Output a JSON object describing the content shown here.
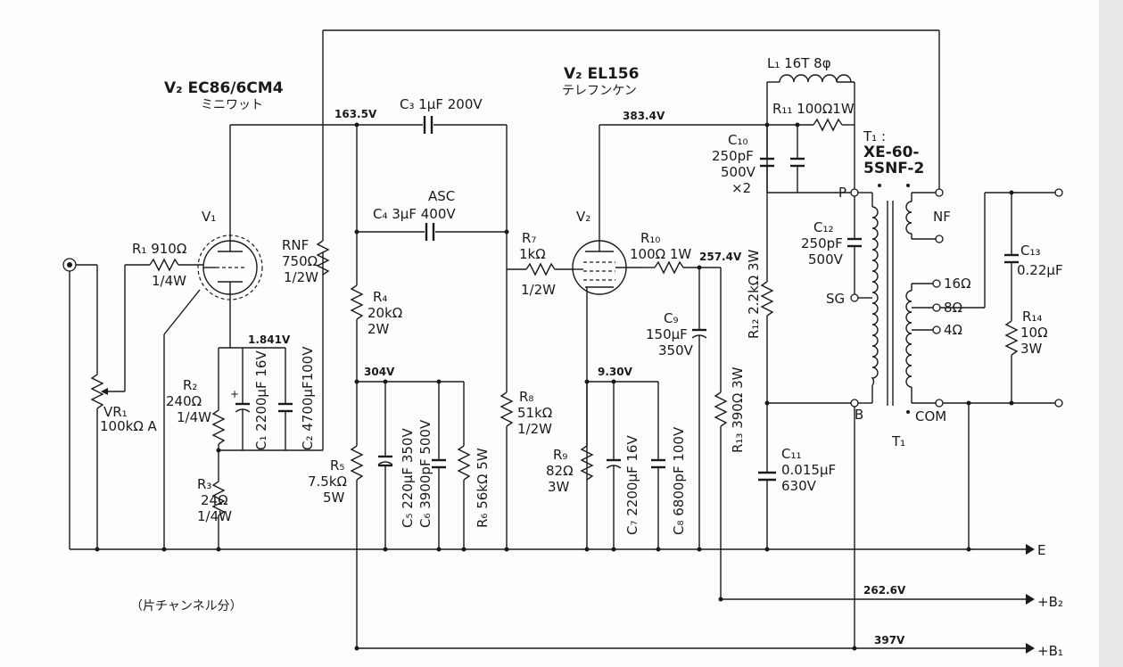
{
  "tubes": {
    "v1_title": "V₂ EC86/6CM4",
    "v1_maker": "ミニワット",
    "v1_label": "V₁",
    "v2_title": "V₂ EL156",
    "v2_maker": "テレフンケン",
    "v2_label": "V₂"
  },
  "voltages": {
    "v1_plate": "163.5V",
    "v1_cathode": "1.841V",
    "b_node": "304V",
    "v2_plate": "383.4V",
    "v2_g2": "257.4V",
    "v2_cathode": "9.30V",
    "b2": "262.6V",
    "b1": "397V"
  },
  "components": {
    "r1": [
      "R₁ 910Ω",
      "1/4W"
    ],
    "vr1": [
      "VR₁",
      "100kΩ A"
    ],
    "r2": [
      "R₂",
      "240Ω",
      "1/4W"
    ],
    "r3": [
      "R₃",
      "24Ω",
      "1/4W"
    ],
    "rnf": [
      "RNF",
      "750Ω",
      "1/2W"
    ],
    "c1": "C₁ 2200μF 16V",
    "c2": "C₂ 4700μF100V",
    "c3": "C₃ 1μF 200V",
    "c4": [
      "ASC",
      "C₄ 3μF 400V"
    ],
    "r4": [
      "R₄",
      "20kΩ",
      "2W"
    ],
    "r5": [
      "R₅",
      "7.5kΩ",
      "5W"
    ],
    "c5": "C₅ 220μF 350V",
    "c6": "C₆ 3900pF 500V",
    "r6": "R₆ 56kΩ 5W",
    "r7": [
      "R₇",
      "1kΩ",
      "1/2W"
    ],
    "r8": [
      "R₈",
      "51kΩ",
      "1/2W"
    ],
    "r9": [
      "R₉",
      "82Ω",
      "3W"
    ],
    "c7": "C₇ 2200μF 16V",
    "c8": "C₈ 6800pF 100V",
    "r10": [
      "R₁₀",
      "100Ω 1W"
    ],
    "c9": [
      "C₉",
      "150μF",
      "350V"
    ],
    "r13": "R₁₃ 390Ω 3W",
    "r12": "R₁₂ 2.2kΩ 3W",
    "c10": [
      "C₁₀",
      "250pF",
      "500V",
      "×2"
    ],
    "l1": "L₁ 16T 8φ",
    "r11": "R₁₁ 100Ω1W",
    "c11": [
      "C₁₁",
      "0.015μF",
      "630V"
    ],
    "c12": [
      "C₁₂",
      "250pF",
      "500V"
    ],
    "t1": [
      "T₁ :",
      "XE-60-",
      "5SNF-2"
    ],
    "t1_bottom": "T₁",
    "c13": [
      "C₁₃",
      "0.22μF"
    ],
    "r14": [
      "R₁₄",
      "10Ω",
      "3W"
    ]
  },
  "transformer_pins": {
    "p": "P",
    "sg": "SG",
    "b": "B",
    "nf": "NF",
    "tap16": "16Ω",
    "tap8": "8Ω",
    "tap4": "4Ω",
    "com": "COM"
  },
  "rails": {
    "e": "E",
    "b2": "+B₂",
    "b1": "+B₁"
  },
  "note": "（片チャンネル分）"
}
